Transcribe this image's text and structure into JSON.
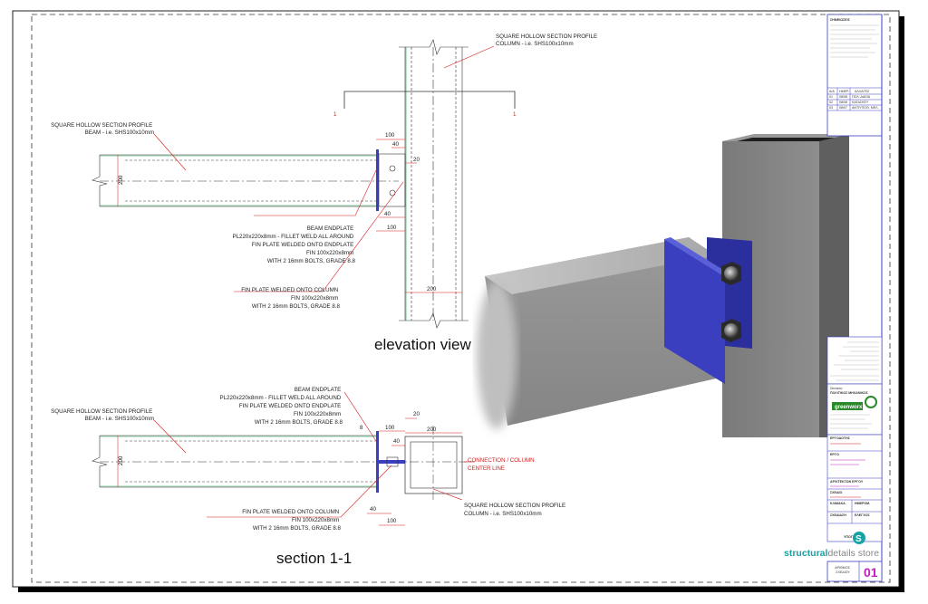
{
  "drawing": {
    "elevation": {
      "column_label": [
        "SQUARE HOLLOW SECTION PROFILE",
        "COLUMN - i.e. SHS100x10mm"
      ],
      "beam_label": [
        "SQUARE HOLLOW SECTION PROFILE",
        "BEAM - i.e. SHS100x10mm"
      ],
      "endplate_label": [
        "BEAM ENDPLATE",
        "PL220x220x8mm - FILLET WELD ALL AROUND",
        "FIN PLATE WELDED ONTO ENDPLATE",
        "FIN 100x220x8mm",
        "WITH 2 16mm BOLTS, GRADE 8.8"
      ],
      "finplate_label": [
        "FIN PLATE WELDED ONTO COLUMN",
        "FIN 100x220x8mm",
        "WITH 2 16mm BOLTS, GRADE 8.8"
      ],
      "dims": {
        "d100_top": "100",
        "d40_top": "40",
        "d20": "20",
        "d200_beam": "200",
        "d40_bot": "40",
        "d100_bot": "100",
        "d200_col": "200"
      },
      "section_mark": "1",
      "title": "elevation view"
    },
    "section": {
      "endplate_label": [
        "BEAM ENDPLATE",
        "PL220x220x8mm - FILLET WELD ALL AROUND",
        "FIN PLATE WELDED ONTO ENDPLATE",
        "FIN 100x220x8mm",
        "WITH 2 16mm BOLTS, GRADE 8.8"
      ],
      "beam_label": [
        "SQUARE HOLLOW SECTION PROFILE",
        "BEAM - i.e. SHS100x10mm"
      ],
      "finplate_label": [
        "FIN PLATE WELDED ONTO COLUMN",
        "FIN 100x220x8mm",
        "WITH 2 16mm BOLTS, GRADE 8.8"
      ],
      "column_label": [
        "SQUARE HOLLOW SECTION PROFILE",
        "COLUMN - i.e. SHS100x10mm"
      ],
      "centerline_label": [
        "CONNECTION / COLUMN",
        "CENTER LINE"
      ],
      "dims": {
        "d8": "8",
        "d100_top": "100",
        "d20": "20",
        "d200_col": "200",
        "d40_top": "40",
        "d200_beam": "200",
        "d40_bot": "40",
        "d100_bot": "100"
      },
      "title": "section 1-1"
    }
  },
  "title_block": {
    "notes_header": "ΣΗΜΕΙΩΣΕΙΣ",
    "revisions": {
      "headers": [
        "Α/Α",
        "ΗΜΕΡ.",
        "ΑΛΛΑΓΕΣ"
      ],
      "rows": [
        [
          "01",
          "08/08",
          "ΠΟΛ. ΑΔΕΙΑ"
        ],
        [
          "02",
          "08/08",
          "ΚΑΤΑΣΚΕΥ"
        ],
        [
          "03",
          "08/07",
          "ΑΝΤΙΥΠΟΘ. ΜΕΛ."
        ]
      ]
    },
    "engineer_label": "Στατικός:",
    "engineer_role": "ΠΟΛΙΤΙΚΟΣ ΜΗΧΑΝΙΚΟΣ",
    "logo_text": "greenworx",
    "fields": [
      {
        "label": "ΕΡΓΟΔΟΤΗΣ"
      },
      {
        "label": "ΕΡΓΟ"
      },
      {
        "label": "ΑΡΧΙΤΕΚΤΩΝ ΕΡΓΟΥ"
      },
      {
        "label": "ΣΧΕΔΙΟ"
      }
    ],
    "code_headers": [
      "ΚΛΙΜΑΚΑ",
      "ΗΜΕΡΟΜ."
    ],
    "design_headers": [
      "ΣΧΕΔΙΑΣΗ",
      "ΕΛΕΓΧΟΣ"
    ],
    "signatures": "ΥΠΟΓΡΑΦΕΣ",
    "brand_bold": "structural",
    "brand_light": "details store",
    "sheet_label": [
      "ΑΡΙΘΜΟΣ",
      "ΣΧΕΔΙΟΥ"
    ],
    "sheet_number": "01"
  },
  "colors": {
    "dim_red": "#d81b1b",
    "plate_blue": "#3a3fc0",
    "weld_green": "#1aa34a",
    "brand_teal": "#17a3a5",
    "sheet_mag": "#c020c0"
  }
}
